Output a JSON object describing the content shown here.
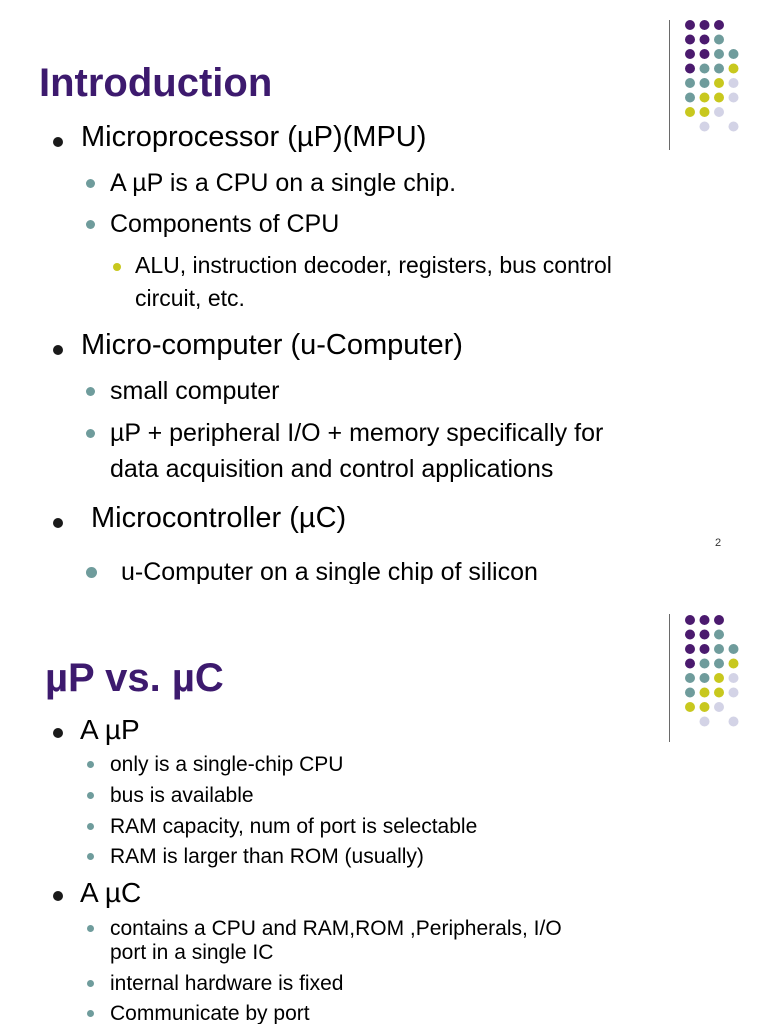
{
  "slides": [
    {
      "title": "Introduction",
      "page_number": "2",
      "bullets": {
        "mp": "Microprocessor (µP)(MPU)",
        "mp_def": "A µP is a CPU on a single chip.",
        "components": "Components of CPU",
        "components_list_line1": "ALU, instruction decoder, registers, bus control",
        "components_list_line2": "circuit, etc.",
        "ucomp": "Micro-computer (u-Computer)",
        "small": "small computer",
        "up_plus_line1": "µP + peripheral I/O + memory specifically for",
        "up_plus_line2": "data acquisition and control applications",
        "uc": "Microcontroller (µC)",
        "uc_def": "u-Computer on a single chip of silicon"
      }
    },
    {
      "title": "µP vs. µC",
      "bullets": {
        "a_up": "A µP",
        "up1": "only is a single-chip CPU",
        "up2": "bus is available",
        "up3": "RAM capacity, num of port is selectable",
        "up4": "RAM is larger than ROM (usually)",
        "a_uc": "A µC",
        "uc1_line1": "contains a CPU and RAM,ROM ,Peripherals, I/O",
        "uc1_line2": "port in a single IC",
        "uc2": "internal hardware is fixed",
        "uc3": "Communicate by port"
      }
    }
  ],
  "colors": {
    "title": "#3d1a6e",
    "bullet_level1": "#1a1a1a",
    "bullet_level2": "#6f9c9c",
    "bullet_level3": "#c8c81e",
    "dot_purple": "#4b1a6e",
    "dot_teal": "#6f9c9c",
    "dot_yellow": "#c8c81e",
    "dot_lavender": "#d3d3e6"
  }
}
